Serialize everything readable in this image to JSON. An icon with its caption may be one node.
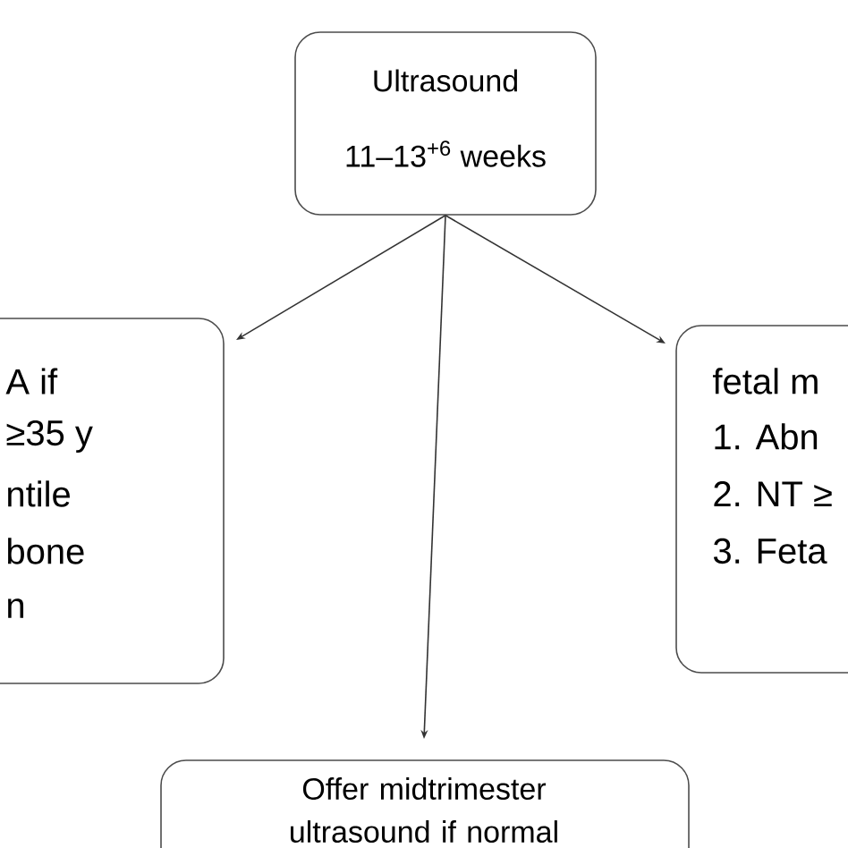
{
  "diagram": {
    "nodes": [
      {
        "text": [
          "Ultrasound",
          "11–13$^{+6}$ weeks"
        ]
      },
      {
        "text": [
          "A if",
          "≥35 y",
          "ntile",
          "bone",
          "n"
        ]
      },
      {
        "text": [
          "fetal m",
          "1. Abn",
          "2. NT ≥",
          "3. Feta"
        ]
      },
      {
        "text": [
          "Offer midtrimester ultrasound if normal"
        ]
      }
    ],
    "edges": [
      {
        "from": 0,
        "to": 1,
        "arrow": "to"
      },
      {
        "from": 0,
        "to": 2,
        "arrow": "to"
      },
      {
        "from": 0,
        "to": 3,
        "arrow": "to"
      }
    ]
  }
}
